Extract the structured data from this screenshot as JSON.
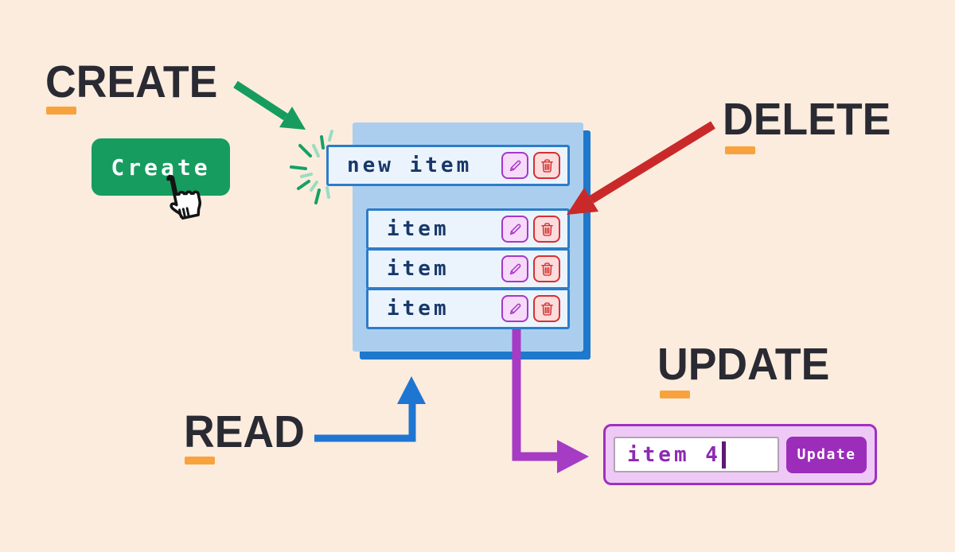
{
  "labels": {
    "create": "CREATE",
    "read": "READ",
    "update": "UPDATE",
    "delete": "DELETE"
  },
  "create_button": {
    "label": "Create"
  },
  "list": {
    "new_item": {
      "label": "new item"
    },
    "items": [
      {
        "label": "item"
      },
      {
        "label": "item"
      },
      {
        "label": "item"
      }
    ],
    "row_actions": [
      "edit",
      "delete"
    ]
  },
  "update_widget": {
    "input_value": "item 4",
    "button_label": "Update"
  },
  "icons": {
    "row_edit": "pencil-icon",
    "row_delete": "trash-icon",
    "pointer": "hand-pointer-icon"
  },
  "colors": {
    "background": "#fbecde",
    "heading_text": "#2a2a33",
    "underline_orange": "#f8a23e",
    "create_green": "#169c5f",
    "read_blue": "#1f76d2",
    "update_purple": "#a63bc4",
    "delete_red": "#ca2929",
    "panel_blue": "#abceef",
    "panel_shadow_blue": "#1e78cc",
    "row_border_blue": "#2d7cc8",
    "row_text_navy": "#18386b"
  }
}
